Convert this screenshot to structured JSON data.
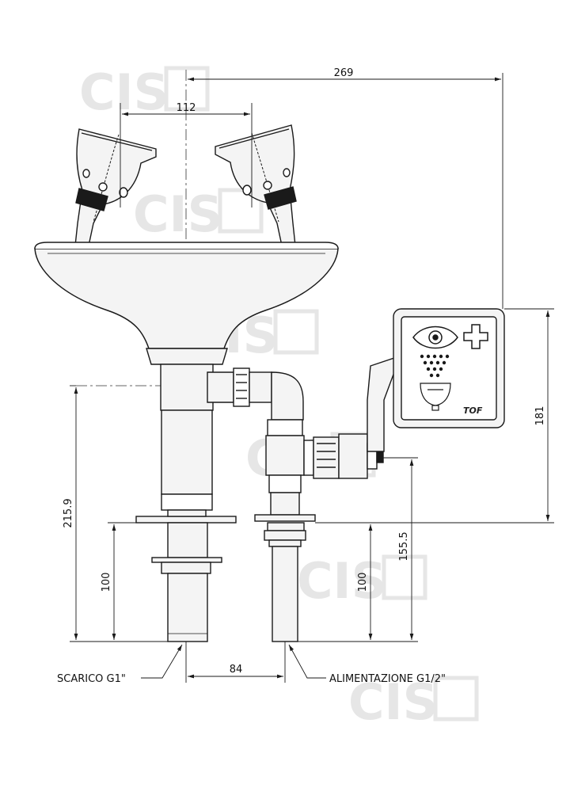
{
  "dimensions": {
    "overall_width": "269",
    "nozzle_spacing": "112",
    "drain_to_supply": "84",
    "drain_height": "215.9",
    "drain_pipe_length": "100",
    "supply_pipe_length": "100",
    "supply_height": "155.5",
    "handle_height": "181"
  },
  "callouts": {
    "drain": "SCARICO G1\"",
    "supply": "ALIMENTAZIONE G1/2\""
  },
  "sign": {
    "brand": "TOF",
    "icons": [
      "eye-icon",
      "first-aid-cross-icon",
      "eyewash-spray-icon"
    ]
  },
  "watermark": {
    "text": "CIS"
  },
  "colors": {
    "line": "#1a1a1a",
    "body_fill": "#f4f4f4",
    "dark_fitting": "#1a1a1a",
    "watermark": "#e6e6e6"
  }
}
